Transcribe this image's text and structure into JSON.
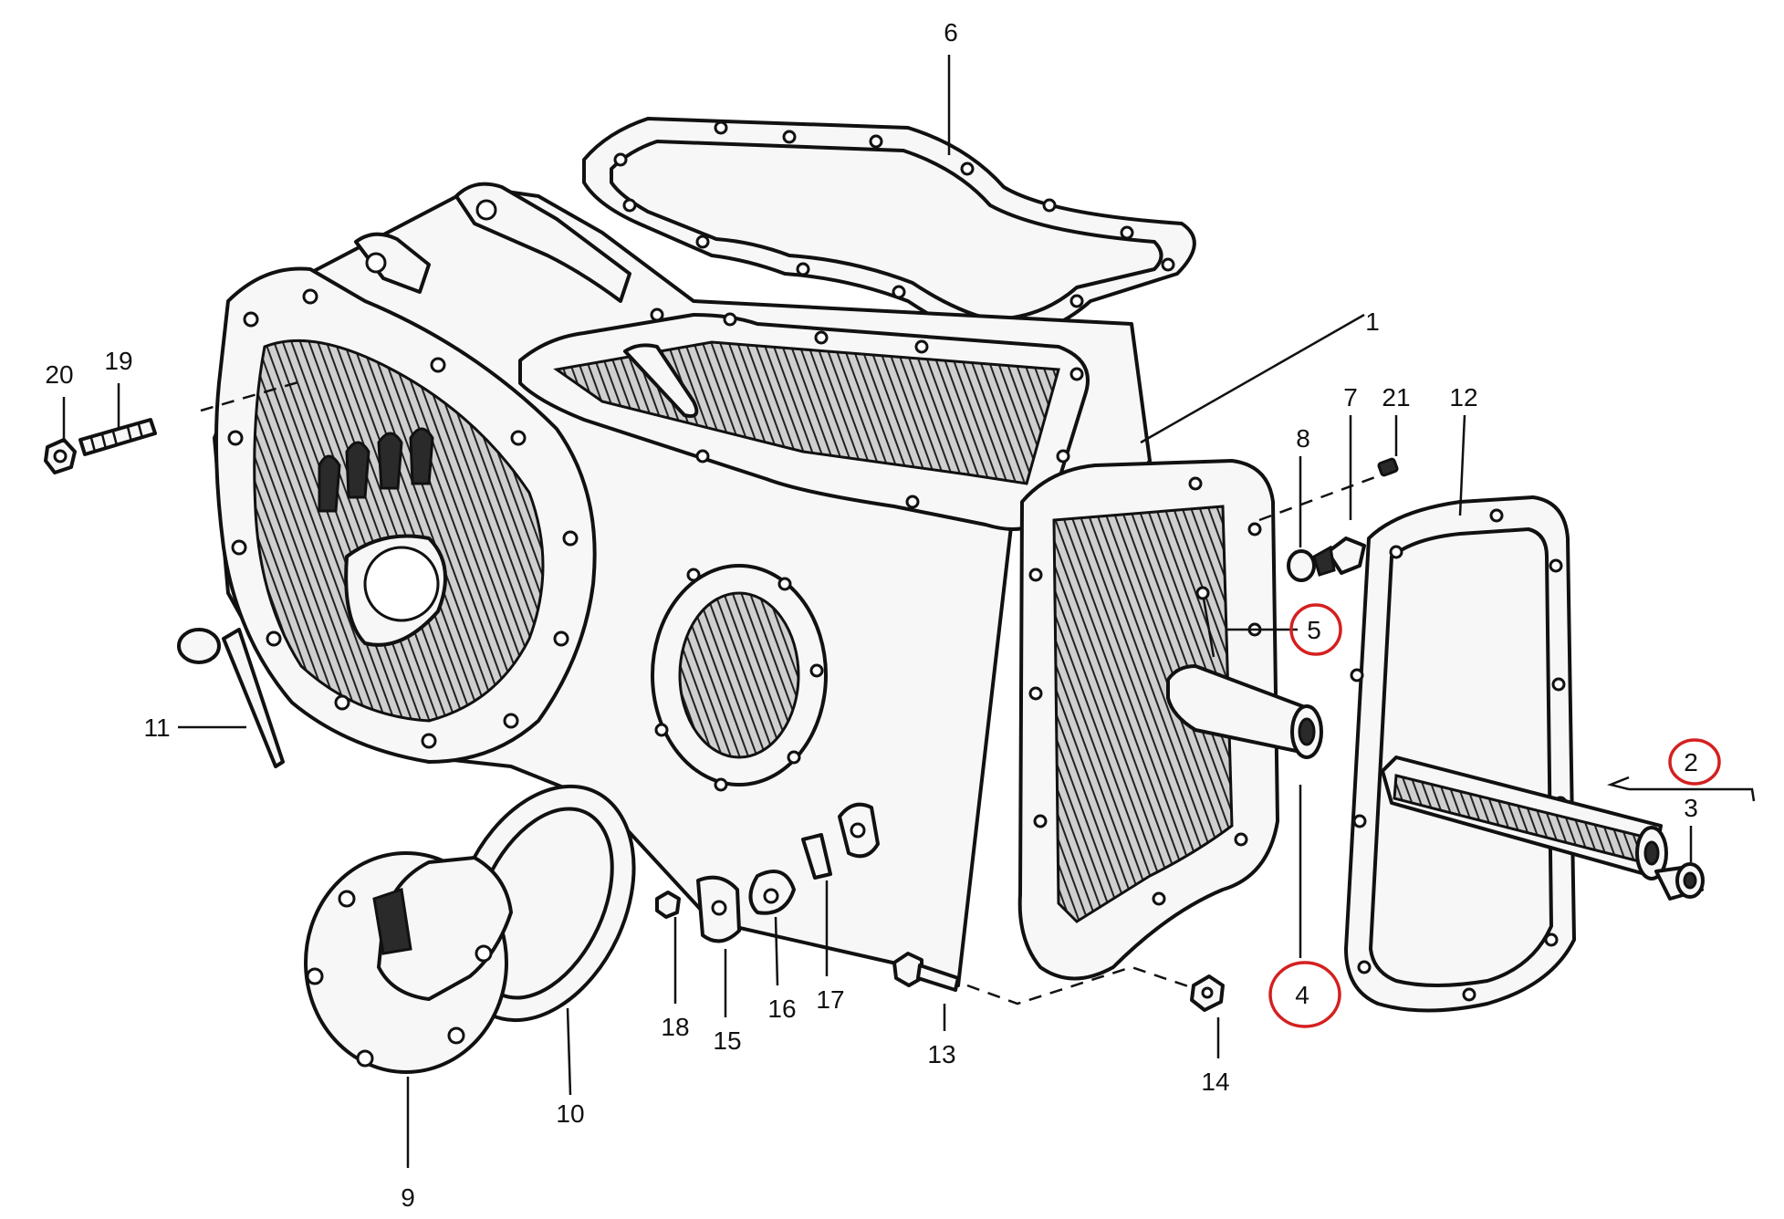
{
  "diagram": {
    "callouts": [
      {
        "id": "1",
        "label": "1"
      },
      {
        "id": "2",
        "label": "2",
        "circled": true
      },
      {
        "id": "3",
        "label": "3"
      },
      {
        "id": "4",
        "label": "4",
        "circled": true
      },
      {
        "id": "5",
        "label": "5",
        "circled": true
      },
      {
        "id": "6",
        "label": "6"
      },
      {
        "id": "7",
        "label": "7"
      },
      {
        "id": "8",
        "label": "8"
      },
      {
        "id": "9",
        "label": "9"
      },
      {
        "id": "10",
        "label": "10"
      },
      {
        "id": "11",
        "label": "11"
      },
      {
        "id": "12",
        "label": "12"
      },
      {
        "id": "13",
        "label": "13"
      },
      {
        "id": "14",
        "label": "14"
      },
      {
        "id": "15",
        "label": "15"
      },
      {
        "id": "16",
        "label": "16"
      },
      {
        "id": "17",
        "label": "17"
      },
      {
        "id": "18",
        "label": "18"
      },
      {
        "id": "19",
        "label": "19"
      },
      {
        "id": "20",
        "label": "20"
      },
      {
        "id": "21",
        "label": "21"
      }
    ],
    "highlight_color": "#d42020"
  }
}
